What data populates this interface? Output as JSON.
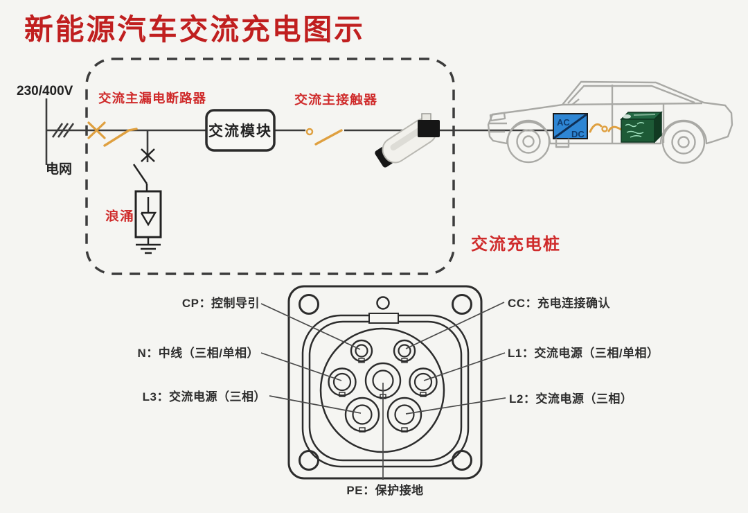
{
  "title": "新能源汽车交流充电图示",
  "grid": {
    "voltage": "230/400V",
    "name": "电网"
  },
  "charger": {
    "breaker": "交流主漏电断路器",
    "module": "交流模块",
    "contactor": "交流主接触器",
    "surge": "浪涌",
    "station": "交流充电桩"
  },
  "vehicle": {
    "converter": {
      "top": "AC",
      "bottom": "DC"
    }
  },
  "connector": {
    "pins": [
      {
        "id": "CP",
        "desc": "控制导引",
        "label": "CP：控制导引"
      },
      {
        "id": "CC",
        "desc": "充电连接确认",
        "label": "CC：充电连接确认"
      },
      {
        "id": "N",
        "desc": "中线（三相/单相）",
        "label": "N：中线（三相/单相）"
      },
      {
        "id": "L1",
        "desc": "交流电源（三相/单相）",
        "label": "L1：交流电源（三相/单相）"
      },
      {
        "id": "L3",
        "desc": "交流电源（三相）",
        "label": "L3：交流电源（三相）"
      },
      {
        "id": "L2",
        "desc": "交流电源（三相）",
        "label": "L2：交流电源（三相）"
      },
      {
        "id": "PE",
        "desc": "保护接地",
        "label": "PE：保护接地"
      }
    ]
  },
  "colors": {
    "title_red": "#c01f1f",
    "label_red": "#cf2b2b",
    "accent_orange": "#dfa040",
    "converter_blue": "#2e86d4",
    "battery_green": "#1d5a36",
    "line_dark": "#3a3a3a",
    "outline_gray": "#a9a9a5",
    "bg": "#f5f5f2"
  }
}
